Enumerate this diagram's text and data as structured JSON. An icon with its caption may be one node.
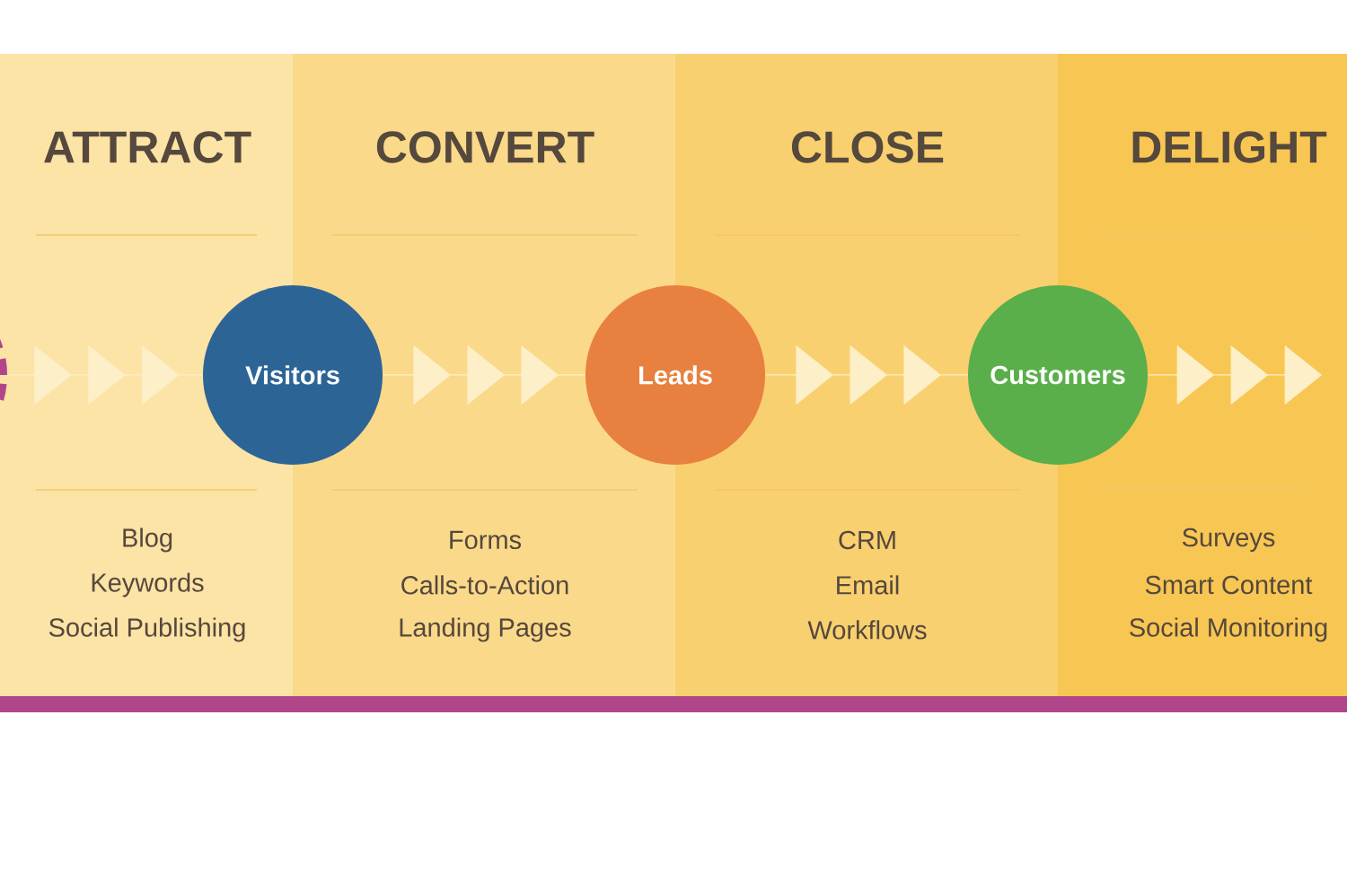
{
  "diagram": {
    "nodes": [
      {
        "text": [],
        "shape": "circle"
      },
      {
        "text": [
          "Visitors"
        ]
      },
      {
        "text": [
          "Leads"
        ]
      },
      {
        "text": [
          "Customers"
        ]
      }
    ],
    "edges": [
      {
        "from": 0,
        "to": 1,
        "arrow": "to"
      },
      {
        "from": 1,
        "to": 2,
        "arrow": "to"
      },
      {
        "from": 2,
        "to": 3,
        "arrow": "to"
      },
      {
        "from": 3,
        "to": null,
        "arrow": "to"
      }
    ],
    "labels": [
      "ATTRACT",
      "CONVERT",
      "CLOSE",
      "DELIGHT",
      "Blog",
      "Forms",
      "CRM",
      "Surveys",
      "Keywords",
      "Calls-to-Action",
      "Email",
      "Smart Content",
      "Social Publishing",
      "Landing Pages",
      "Workflows",
      "Social Monitoring"
    ]
  }
}
